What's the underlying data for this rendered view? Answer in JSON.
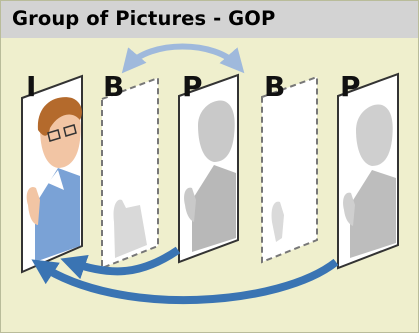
{
  "title": "Group of Pictures - GOP",
  "frames": [
    {
      "type": "I",
      "state": "full"
    },
    {
      "type": "B",
      "state": "empty"
    },
    {
      "type": "P",
      "state": "ghost"
    },
    {
      "type": "B",
      "state": "empty"
    },
    {
      "type": "P",
      "state": "ghost"
    }
  ],
  "colors": {
    "background": "#efefcd",
    "header": "#d3d3d3",
    "arrow_light": "#9fb9dc",
    "arrow_dark": "#3a74b3",
    "person_shirt": "#7aa2d6",
    "person_hair": "#b46a2c",
    "ghost": "#b8b8b8"
  }
}
